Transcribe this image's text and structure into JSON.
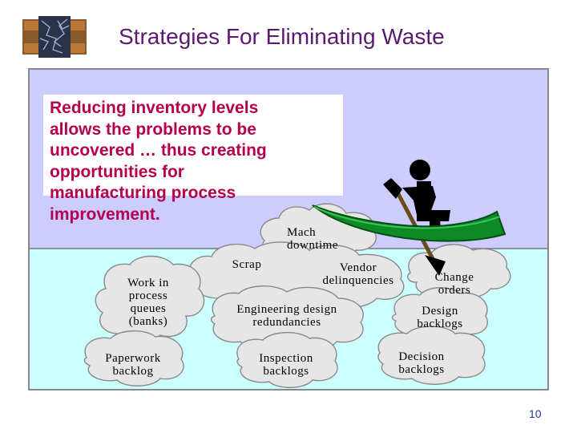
{
  "slide": {
    "title": "Strategies For Eliminating Waste",
    "callout": "Reducing inventory levels\nallows the problems to be\nuncovered … thus creating\nopportunities for\nmanufacturing process\nimprovement.",
    "page_number": "10"
  },
  "diagram": {
    "rocks": [
      "Mach\ndowntime",
      "Scrap",
      "Vendor\ndelinquencies",
      "Change\norders",
      "Work in\nprocess\nqueues\n(banks)",
      "Engineering design\nredundancies",
      "Design\nbacklogs",
      "Paperwork\nbacklog",
      "Inspection\nbacklogs",
      "Decision\nbacklogs"
    ]
  },
  "colors": {
    "sky": "#ccccff",
    "water": "#ccffff",
    "rock": "#e6e6e6",
    "boat": "#0c8a24",
    "title": "#5a1a6e",
    "callout_text": "#b5004d"
  },
  "icons": [
    "brick-logo-icon",
    "boat-icon",
    "rower-icon"
  ]
}
